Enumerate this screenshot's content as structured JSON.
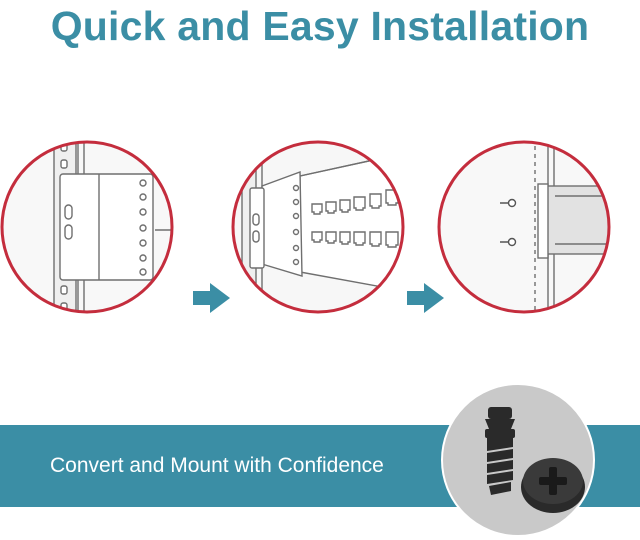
{
  "title": "Quick and Easy Installation",
  "banner": {
    "text": "Convert and Mount with Confidence"
  },
  "colors": {
    "title": "#3b8ea5",
    "banner": "#3b8ea5",
    "arrow": "#3b8ea5",
    "circle_border": "#c42d3d",
    "line": "#6f6f6f",
    "fill_light": "#f5f5f5",
    "fill_gray": "#d8d8d8",
    "hardware_bg": "#c9c9c9",
    "screw": "#2a2a2a"
  },
  "steps": [
    {
      "name": "step-1-bracket",
      "icon": "rack-bracket-icon"
    },
    {
      "name": "step-2-patch-panel",
      "icon": "patch-panel-icon"
    },
    {
      "name": "step-3-rail-mount",
      "icon": "rail-mount-icon"
    }
  ],
  "arrows": [
    "arrow-right-icon",
    "arrow-right-icon"
  ],
  "hardware": {
    "icon": "cage-screw-icon"
  }
}
